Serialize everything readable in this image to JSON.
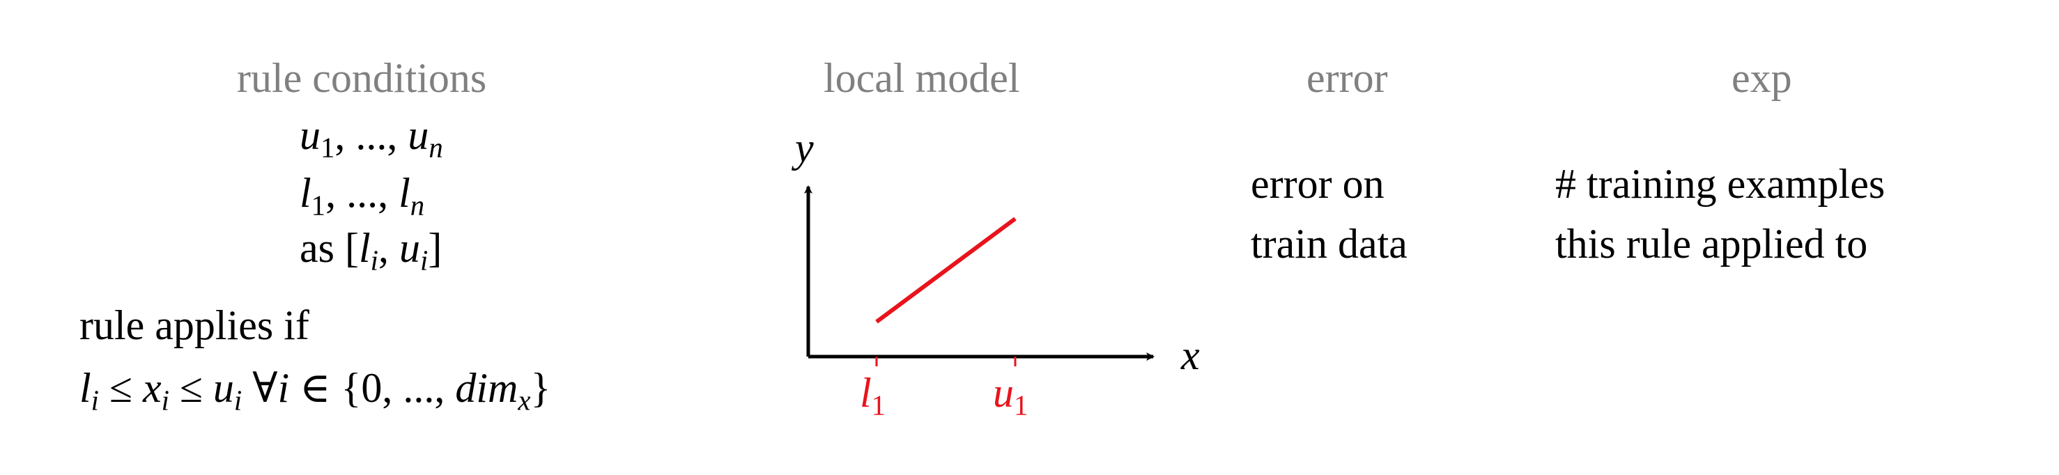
{
  "columns": {
    "rule_conditions": {
      "header": "rule conditions",
      "upper": {
        "var": "u",
        "sub1": "1",
        "mid": ", ..., ",
        "subn": "n"
      },
      "lower": {
        "var": "l",
        "sub1": "1",
        "mid": ", ..., ",
        "subn": "n"
      },
      "interval": {
        "as": "as",
        "open": "[",
        "l": "l",
        "comma": ", ",
        "u": "u",
        "sub": "i",
        "close": "]"
      },
      "applies_label": "rule applies if",
      "condition": {
        "l": "l",
        "sub_i": "i",
        "le1": " ≤ ",
        "x": "x",
        "le2": " ≤ ",
        "u": "u",
        "forall": " ∀",
        "i": "i",
        "in": " ∈ ",
        "set_open": "{0, ..., ",
        "dim": "dim",
        "dim_sub": "x",
        "set_close": "}"
      }
    },
    "local_model": {
      "header": "local model",
      "y_label": "y",
      "x_label": "x",
      "l_tick": {
        "var": "l",
        "sub": "1"
      },
      "u_tick": {
        "var": "u",
        "sub": "1"
      },
      "accent_color": "#e8141c"
    },
    "error": {
      "header": "error",
      "line1": "error on",
      "line2": "train data"
    },
    "exp": {
      "header": "exp",
      "line1": "# training examples",
      "line2": "this rule applied to"
    }
  }
}
